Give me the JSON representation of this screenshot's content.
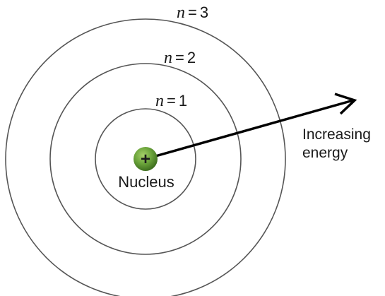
{
  "diagram": {
    "shells": [
      {
        "n_var": "n",
        "eq": "=",
        "value": "1"
      },
      {
        "n_var": "n",
        "eq": "=",
        "value": "2"
      },
      {
        "n_var": "n",
        "eq": "=",
        "value": "3"
      }
    ],
    "nucleus": {
      "label": "Nucleus",
      "charge_symbol": "+",
      "color": "#6aa33a"
    },
    "arrow": {
      "label_line1": "Increasing",
      "label_line2": "energy"
    },
    "colors": {
      "orbit_stroke": "#555555",
      "arrow": "#000000",
      "text": "#1a1a1a"
    }
  }
}
